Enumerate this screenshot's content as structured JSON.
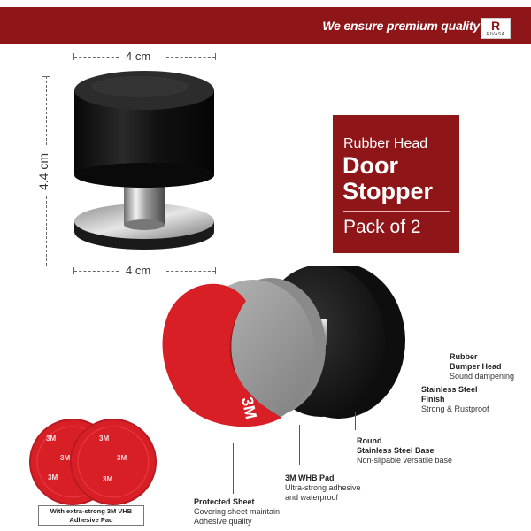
{
  "header": {
    "tagline": "We ensure premium quality",
    "logo_mark": "R",
    "logo_word": "RIVASA"
  },
  "dimensions": {
    "top_width": "4 cm",
    "height": "4.4 cm",
    "base_width": "4 cm"
  },
  "product_box": {
    "subtitle": "Rubber Head",
    "title_line1": "Door",
    "title_line2": "Stopper",
    "pack": "Pack of 2"
  },
  "pad_brand_text": "3M",
  "callouts": {
    "rubber": {
      "title1": "Rubber",
      "title2": "Bumper Head",
      "desc": "Sound dampening"
    },
    "steel": {
      "title1": "Stainless Steel",
      "title2": "Finish",
      "desc": "Strong & Rustproof"
    },
    "base": {
      "title1": "Round",
      "title2": "Stainless Steel Base",
      "desc": "Non-slipable versatile base"
    },
    "pad": {
      "title": "3M WHB Pad",
      "desc1": "Ultra-strong adhesive",
      "desc2": "and waterproof"
    },
    "sheet": {
      "title": "Protected Sheet",
      "desc1": "Covering sheet maintain",
      "desc2": "Adhesive quality"
    }
  },
  "pad_caption": {
    "line1": "With extra-strong 3M VHB",
    "line2": "Adhesive Pad"
  },
  "colors": {
    "brand_red": "#8e1518",
    "pad_red": "#d81f26",
    "rubber_black": "#151515"
  }
}
